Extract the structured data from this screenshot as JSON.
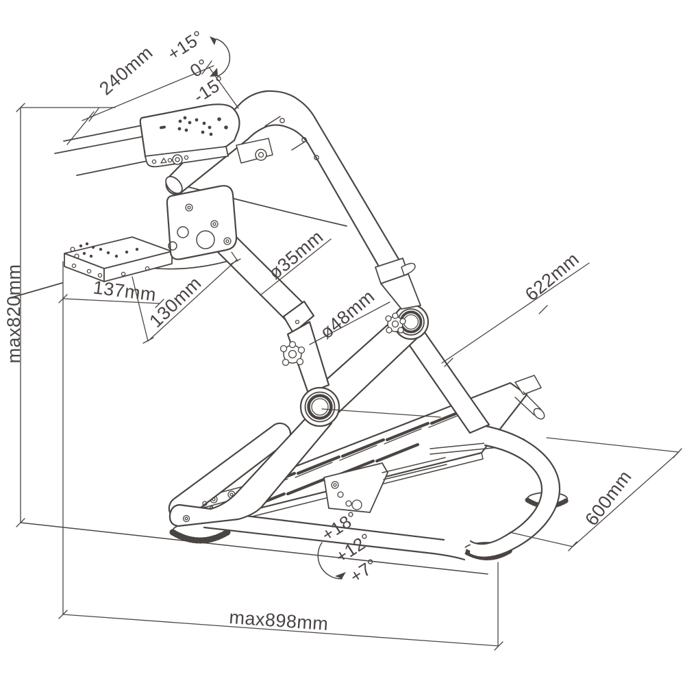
{
  "figure": {
    "kind": "technical dimension line drawing",
    "subject": "racing wheel stand",
    "line_color": "#4a4542",
    "text_color": "#4a4444",
    "background_color": "#ffffff"
  },
  "labels": {
    "dim240": "240mm",
    "tiltUp": "+15°",
    "tiltZero": "0°",
    "tiltDown": "-15°",
    "max820": "max820mm",
    "dim137": "137mm",
    "dim130": "130mm",
    "dia35": "ø35mm",
    "dia48": "ø48mm",
    "dim622": "622mm",
    "dim600": "600mm",
    "pedal18": "+18°",
    "pedal12": "+12°",
    "pedal7": "+7°",
    "max898": "max898mm"
  }
}
